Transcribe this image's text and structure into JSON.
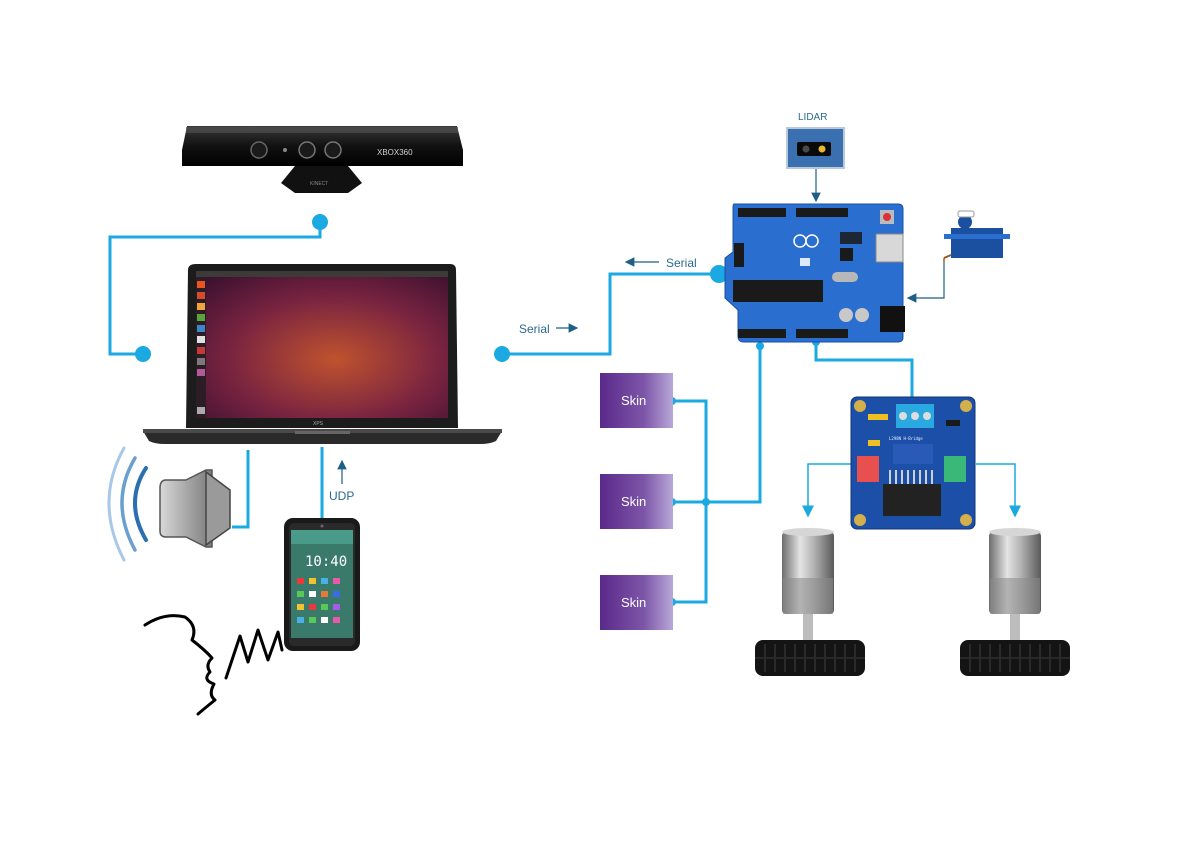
{
  "labels": {
    "lidar": "LIDAR",
    "serial_top": "Serial",
    "serial_left": "Serial",
    "udp": "UDP"
  },
  "skins": [
    {
      "label": "Skin"
    },
    {
      "label": "Skin"
    },
    {
      "label": "Skin"
    }
  ],
  "device_text": {
    "kinect_brand": "XBOX360",
    "kinect_base": "KINECT",
    "laptop_brand": "XPS",
    "phone_time": "10:40",
    "motor_driver": "L298N H-Bridge"
  },
  "colors": {
    "connector": "#1aa9e0",
    "arrow": "#1f5e86",
    "arduino_board": "#2a6fd0",
    "driver_board": "#1b4fa8",
    "skin_gradient_start": "#5a2a8a",
    "skin_gradient_end": "#b8a8d8"
  }
}
